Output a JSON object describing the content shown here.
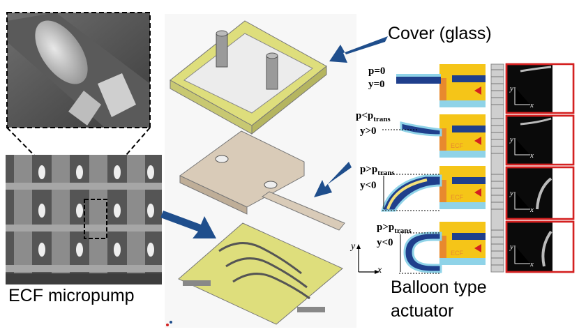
{
  "labels": {
    "cover": "Cover (glass)",
    "ecf_micropump": "ECF micropump",
    "balloon_line1": "Balloon type",
    "balloon_line2": "actuator"
  },
  "states": [
    {
      "p_text": "p=0",
      "p_sub": "",
      "y_text": "y=0"
    },
    {
      "p_text": "p<p",
      "p_sub": "trans",
      "y_text": "y>0"
    },
    {
      "p_text": "p>p",
      "p_sub": "trans",
      "y_text": "y<0"
    },
    {
      "p_text": "p>p",
      "p_sub": "trans",
      "y_text": "y<0"
    }
  ],
  "ecf_tag": "ECF",
  "axis": {
    "x": "x",
    "y": "y"
  },
  "colors": {
    "arrow_blue": "#1f4e8c",
    "yellow_film": "#e6e67a",
    "chip_orange": "#e8892e",
    "chip_yellow": "#f5c518",
    "chip_cyan": "#8fd3e8",
    "frame_red": "#d42020"
  }
}
